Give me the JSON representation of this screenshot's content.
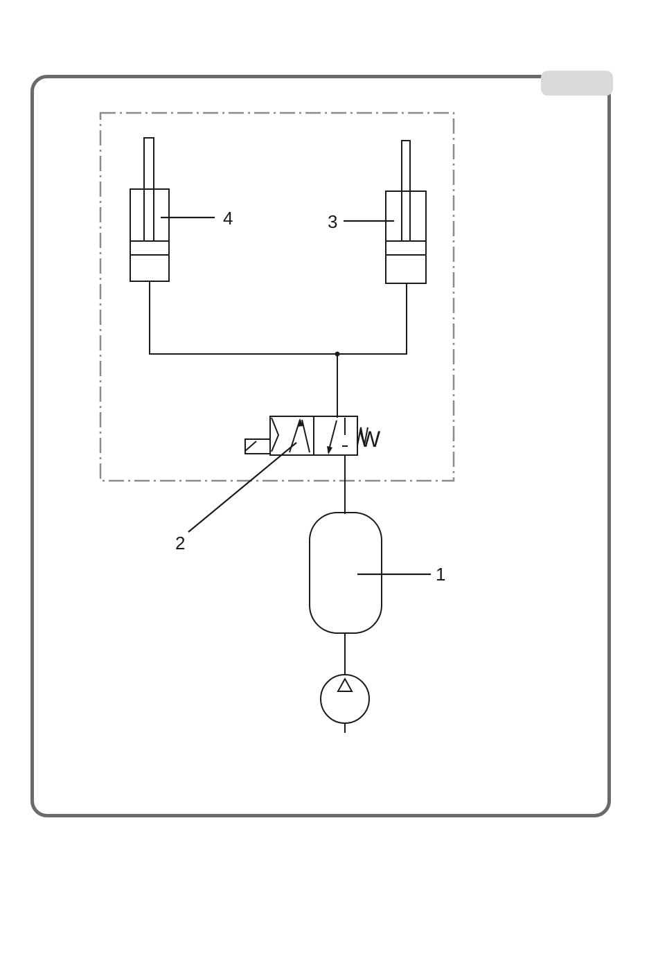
{
  "diagram": {
    "labels": {
      "accumulator": "1",
      "valve": "2",
      "cylinder_right": "3",
      "cylinder_left": "4",
      "spring": "W"
    },
    "colors": {
      "line": "#1a1a1a",
      "frame": "#6a6a6a",
      "tab": "#d9d9d9",
      "boundary": "#8a8a8a"
    }
  }
}
